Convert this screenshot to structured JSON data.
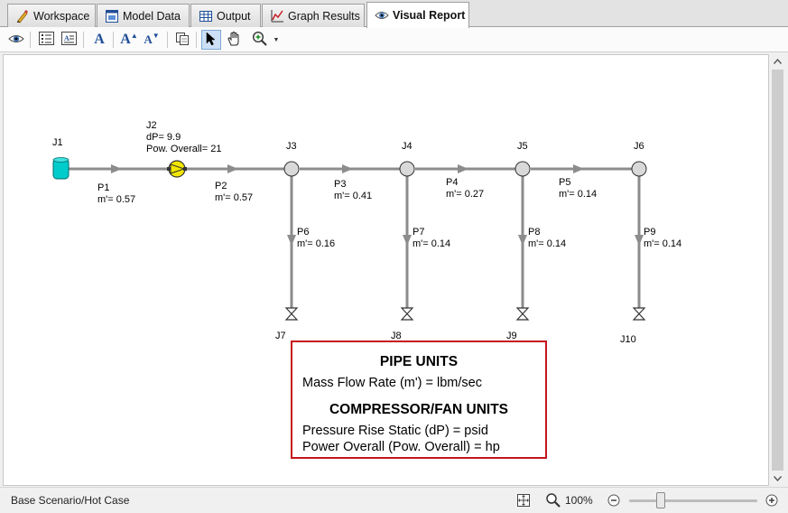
{
  "tabs": [
    {
      "label": "Workspace",
      "icon": "pencil-icon"
    },
    {
      "label": "Model Data",
      "icon": "model-data-icon"
    },
    {
      "label": "Output",
      "icon": "table-icon"
    },
    {
      "label": "Graph Results",
      "icon": "graph-icon"
    },
    {
      "label": "Visual Report",
      "icon": "eye-icon",
      "active": true
    }
  ],
  "toolbar": {
    "font_label": "A",
    "grow_font_label": "A",
    "shrink_font_label": "A"
  },
  "diagram": {
    "junctions": [
      {
        "id": "J1",
        "label": "J1",
        "type": "tank"
      },
      {
        "id": "J2",
        "label": "J2",
        "type": "compressor",
        "lines": [
          "dP= 9.9",
          "Pow. Overall= 21"
        ]
      },
      {
        "id": "J3",
        "label": "J3",
        "type": "junction"
      },
      {
        "id": "J4",
        "label": "J4",
        "type": "junction"
      },
      {
        "id": "J5",
        "label": "J5",
        "type": "junction"
      },
      {
        "id": "J6",
        "label": "J6",
        "type": "junction"
      },
      {
        "id": "J7",
        "label": "J7",
        "type": "valve"
      },
      {
        "id": "J8",
        "label": "J8",
        "type": "valve"
      },
      {
        "id": "J9",
        "label": "J9",
        "type": "valve"
      },
      {
        "id": "J10",
        "label": "J10",
        "type": "valve"
      }
    ],
    "pipes": [
      {
        "id": "P1",
        "label": "P1",
        "flow": "m'= 0.57"
      },
      {
        "id": "P2",
        "label": "P2",
        "flow": "m'= 0.57"
      },
      {
        "id": "P3",
        "label": "P3",
        "flow": "m'= 0.41"
      },
      {
        "id": "P4",
        "label": "P4",
        "flow": "m'= 0.27"
      },
      {
        "id": "P5",
        "label": "P5",
        "flow": "m'= 0.14"
      },
      {
        "id": "P6",
        "label": "P6",
        "flow": "m'= 0.16"
      },
      {
        "id": "P7",
        "label": "P7",
        "flow": "m'= 0.14"
      },
      {
        "id": "P8",
        "label": "P8",
        "flow": "m'= 0.14"
      },
      {
        "id": "P9",
        "label": "P9",
        "flow": "m'= 0.14"
      }
    ],
    "colors": {
      "pipe": "#8c8c8c",
      "tank": "#00cccc",
      "compressor": "#f2e600",
      "legend_border": "#c4161c"
    }
  },
  "legend": {
    "pipe_heading": "PIPE UNITS",
    "pipe_line1": "Mass Flow Rate (m') = lbm/sec",
    "comp_heading": "COMPRESSOR/FAN UNITS",
    "comp_line1": "Pressure Rise Static (dP) = psid",
    "comp_line2": "Power Overall (Pow. Overall) = hp"
  },
  "status": {
    "scenario": "Base Scenario/Hot Case",
    "zoom": "100%"
  }
}
